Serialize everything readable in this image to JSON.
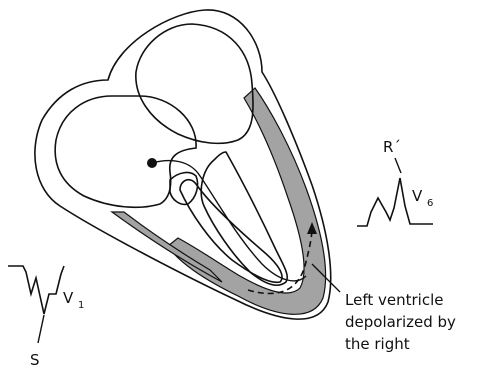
{
  "labels": {
    "r_prime": "R´",
    "v6_letter": "V",
    "v6_sub": "6",
    "v1_letter": "V",
    "v1_sub": "1",
    "s_wave": "S",
    "caption_line1": "Left ventricle",
    "caption_line2": "depolarized by",
    "caption_line3": "the right"
  },
  "colors": {
    "septum_light_gray": "#c8c8c8",
    "left_ventricle_dark_gray": "#a3a3a3",
    "outline": "#111111",
    "chamber": "#ffffff"
  }
}
